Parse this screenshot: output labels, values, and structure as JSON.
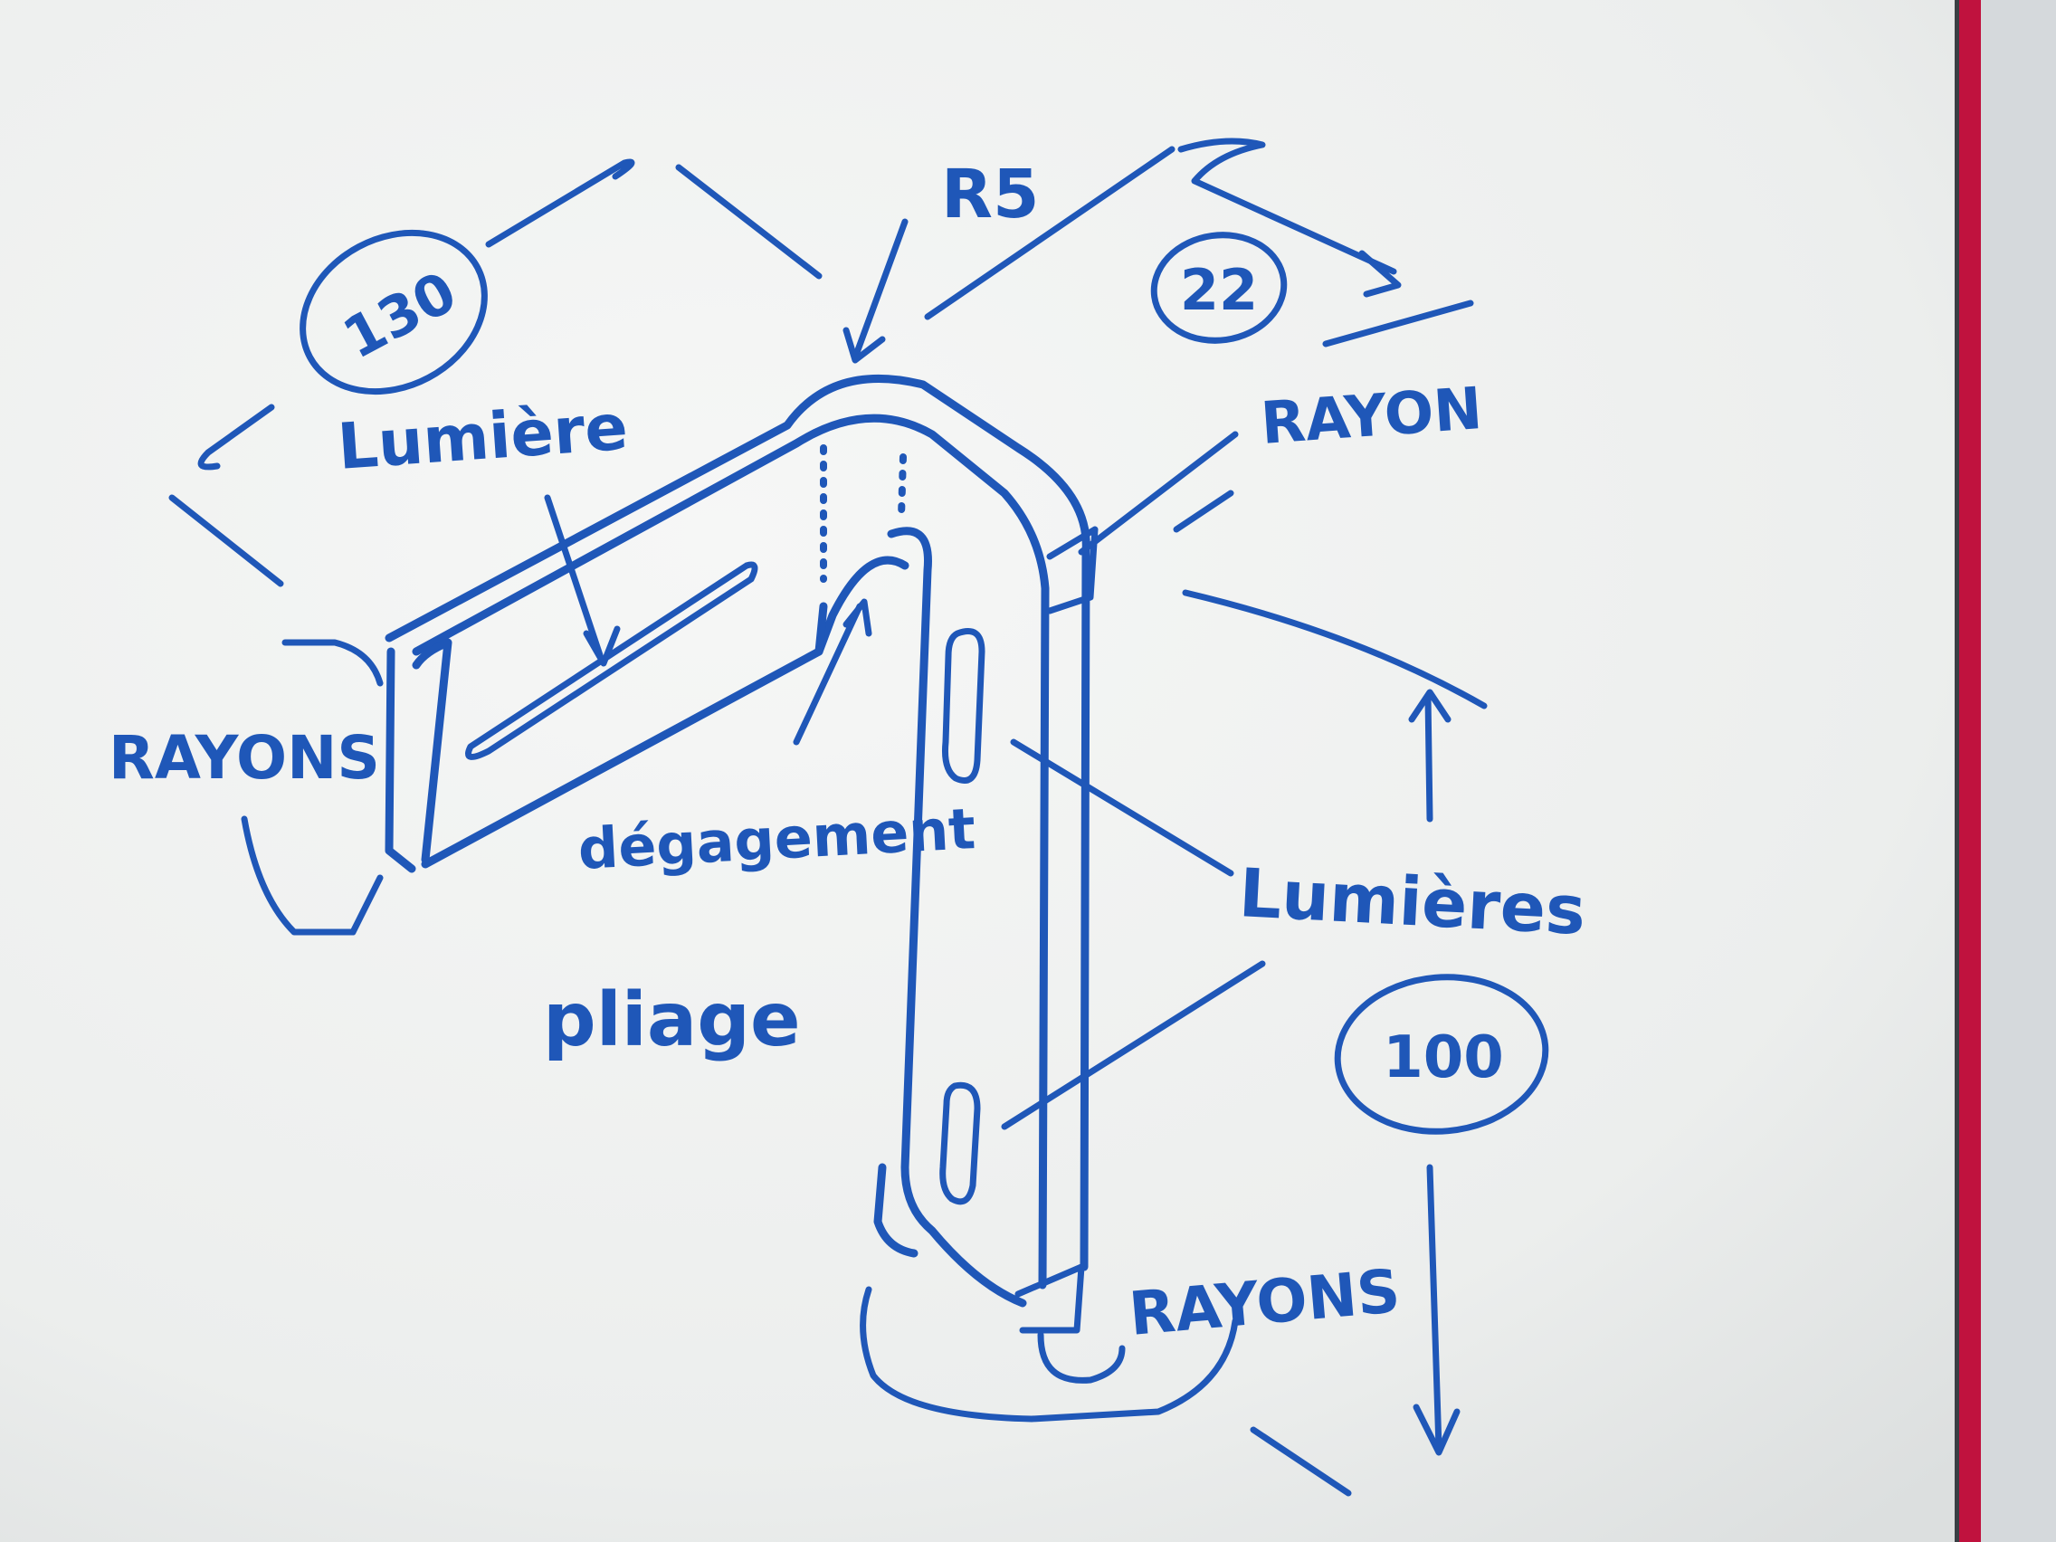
{
  "sketch": {
    "dimensions": {
      "top_length": "130",
      "width": "22",
      "vertical_length": "100"
    },
    "annotations": {
      "bend_radius": "R5",
      "radius_top_right": "RAYON",
      "radii_left": "RAYONS",
      "radii_bottom": "RAYONS",
      "slot_top": "Lumière",
      "slots_vertical": "Lumières",
      "relief_line1": "dégagement",
      "relief_line2": "pliage"
    },
    "colors": {
      "ink": "#1f57b8",
      "paper": "#f1f3f2",
      "board_edge": "#c0123e"
    }
  }
}
